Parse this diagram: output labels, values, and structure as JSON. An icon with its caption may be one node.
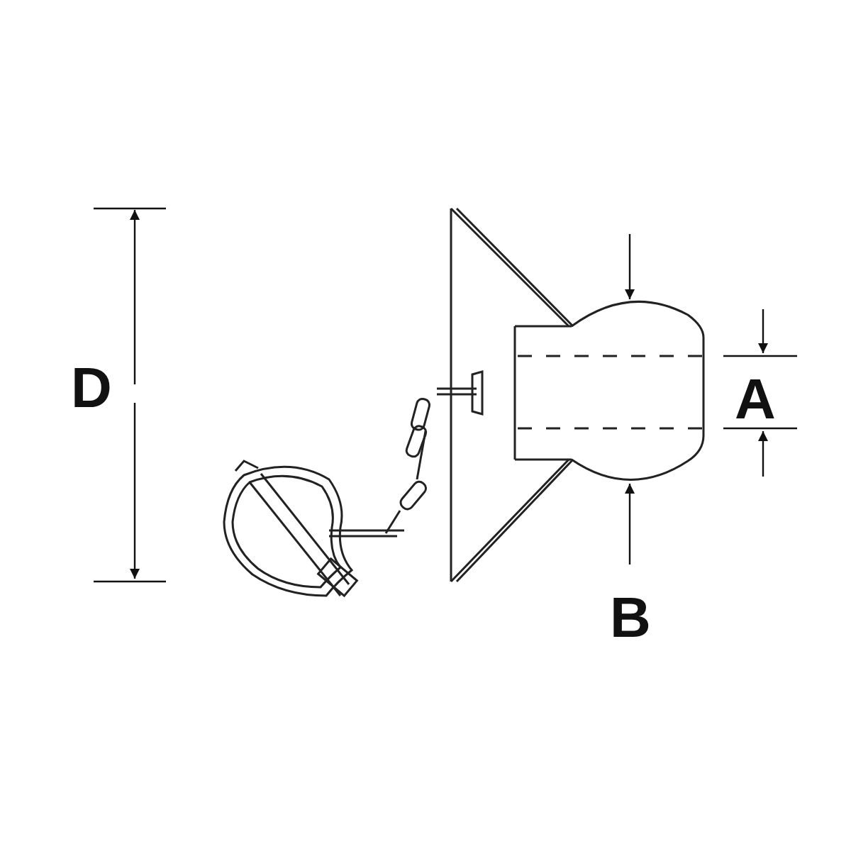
{
  "diagram": {
    "labels": [
      "D",
      "A",
      "B"
    ]
  }
}
